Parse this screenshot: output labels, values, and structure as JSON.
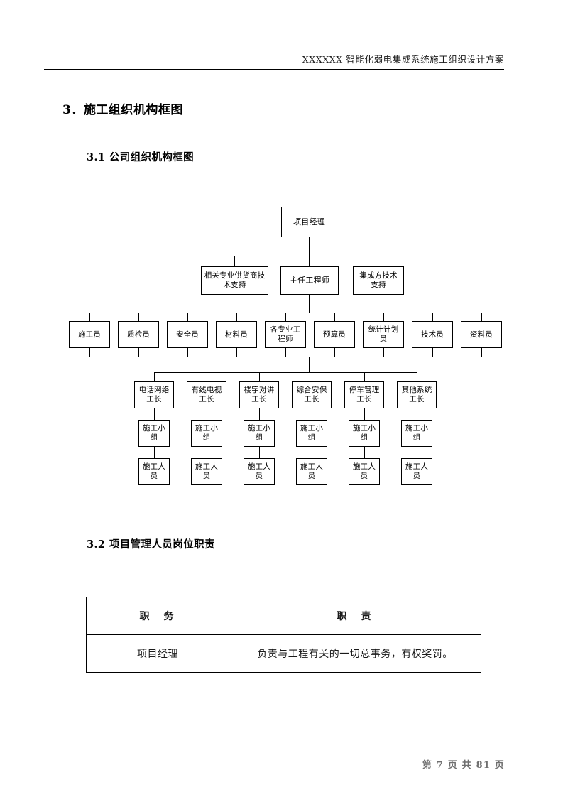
{
  "header": {
    "running_head": "XXXXXX 智能化弱电集成系统施工组织设计方案"
  },
  "headings": {
    "section_3": "3．施工组织机构框图",
    "section_3_1": "3.1 公司组织机构框图",
    "section_3_2": "3.2 项目管理人员岗位职责"
  },
  "org_chart": {
    "level1": [
      {
        "label": "项目经理"
      }
    ],
    "level2": [
      {
        "label": "相关专业供货商技术支持"
      },
      {
        "label": "主任工程师"
      },
      {
        "label": "集成方技术支持"
      }
    ],
    "level3": [
      {
        "label": "施工员"
      },
      {
        "label": "质检员"
      },
      {
        "label": "安全员"
      },
      {
        "label": "材料员"
      },
      {
        "label": "各专业工程师"
      },
      {
        "label": "预算员"
      },
      {
        "label": "统计计划员"
      },
      {
        "label": "技术员"
      },
      {
        "label": "资料员"
      }
    ],
    "level4": [
      {
        "label": "电话网络工长"
      },
      {
        "label": "有线电视工长"
      },
      {
        "label": "楼宇对讲工长"
      },
      {
        "label": "综合安保工长"
      },
      {
        "label": "停车管理工长"
      },
      {
        "label": "其他系统工长"
      }
    ],
    "level5": [
      {
        "label": "施工小组"
      },
      {
        "label": "施工小组"
      },
      {
        "label": "施工小组"
      },
      {
        "label": "施工小组"
      },
      {
        "label": "施工小组"
      },
      {
        "label": "施工小组"
      }
    ],
    "level6": [
      {
        "label": "施工人员"
      },
      {
        "label": "施工人员"
      },
      {
        "label": "施工人员"
      },
      {
        "label": "施工人员"
      },
      {
        "label": "施工人员"
      },
      {
        "label": "施工人员"
      }
    ]
  },
  "responsibility_table": {
    "headers": [
      "职　务",
      "职　责"
    ],
    "rows": [
      {
        "post": "项目经理",
        "duty": "负责与工程有关的一切总事务，有权奖罚。"
      }
    ]
  },
  "footer": {
    "page_text": "第 7 页 共 81 页"
  }
}
